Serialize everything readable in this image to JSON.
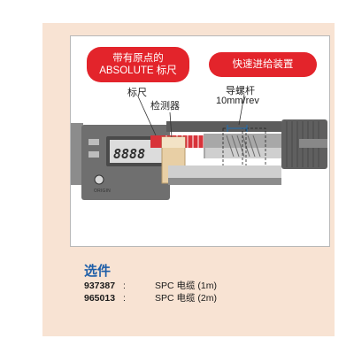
{
  "figure": {
    "badge_origin": "带有原点的\nABSOLUTE 标尺",
    "badge_origin_line1": "带有原点的",
    "badge_origin_line2": "ABSOLUTE 标尺",
    "badge_fast_feed": "快速进给装置",
    "label_scale": "标尺",
    "label_detector": "检测器",
    "label_spindle": "导螺杆",
    "label_pitch": "10mm/rev",
    "lcd_display": "8888",
    "origin_button": "ORIGIN",
    "colors": {
      "accent_red": "#e3242b",
      "panel_bg": "#f8e3d3"
    }
  },
  "options": {
    "title": "选件",
    "items": [
      {
        "code": "937387",
        "colon": ":",
        "desc": "SPC 电缆 (1m)"
      },
      {
        "code": "965013",
        "colon": ":",
        "desc": "SPC 电缆 (2m)"
      }
    ]
  }
}
